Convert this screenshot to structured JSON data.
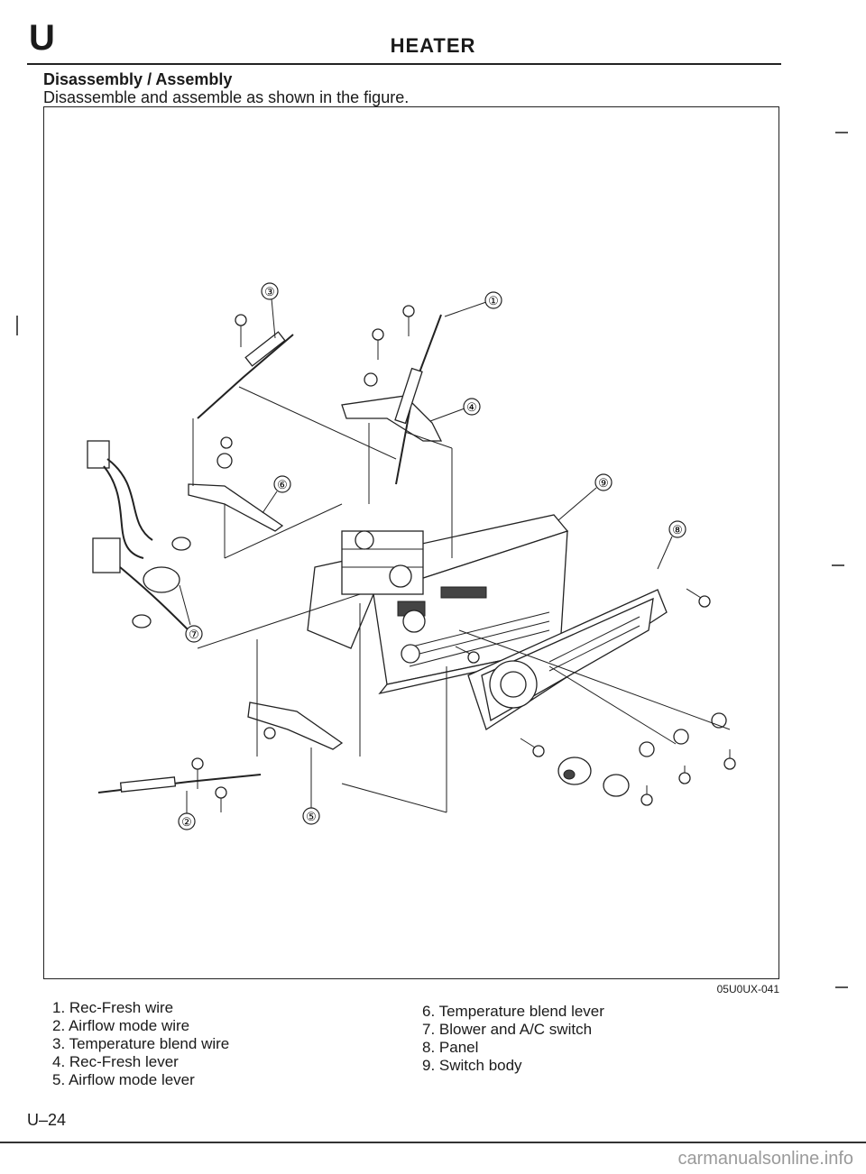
{
  "header": {
    "section_letter": "U",
    "title": "HEATER"
  },
  "section": {
    "heading": "Disassembly / Assembly",
    "instruction": "Disassemble and assemble as shown in the figure."
  },
  "figure": {
    "code": "05U0UX-041",
    "callouts": [
      "①",
      "②",
      "③",
      "④",
      "⑤",
      "⑥",
      "⑦",
      "⑧",
      "⑨"
    ]
  },
  "parts_left": [
    "1. Rec-Fresh wire",
    "2. Airflow mode wire",
    "3. Temperature blend wire",
    "4. Rec-Fresh lever",
    "5. Airflow mode lever"
  ],
  "parts_right": [
    "6. Temperature blend lever",
    "7. Blower and A/C switch",
    "8. Panel",
    "9. Switch body"
  ],
  "footer": {
    "page_number": "U–24",
    "watermark": "carmanualsonline.info"
  }
}
